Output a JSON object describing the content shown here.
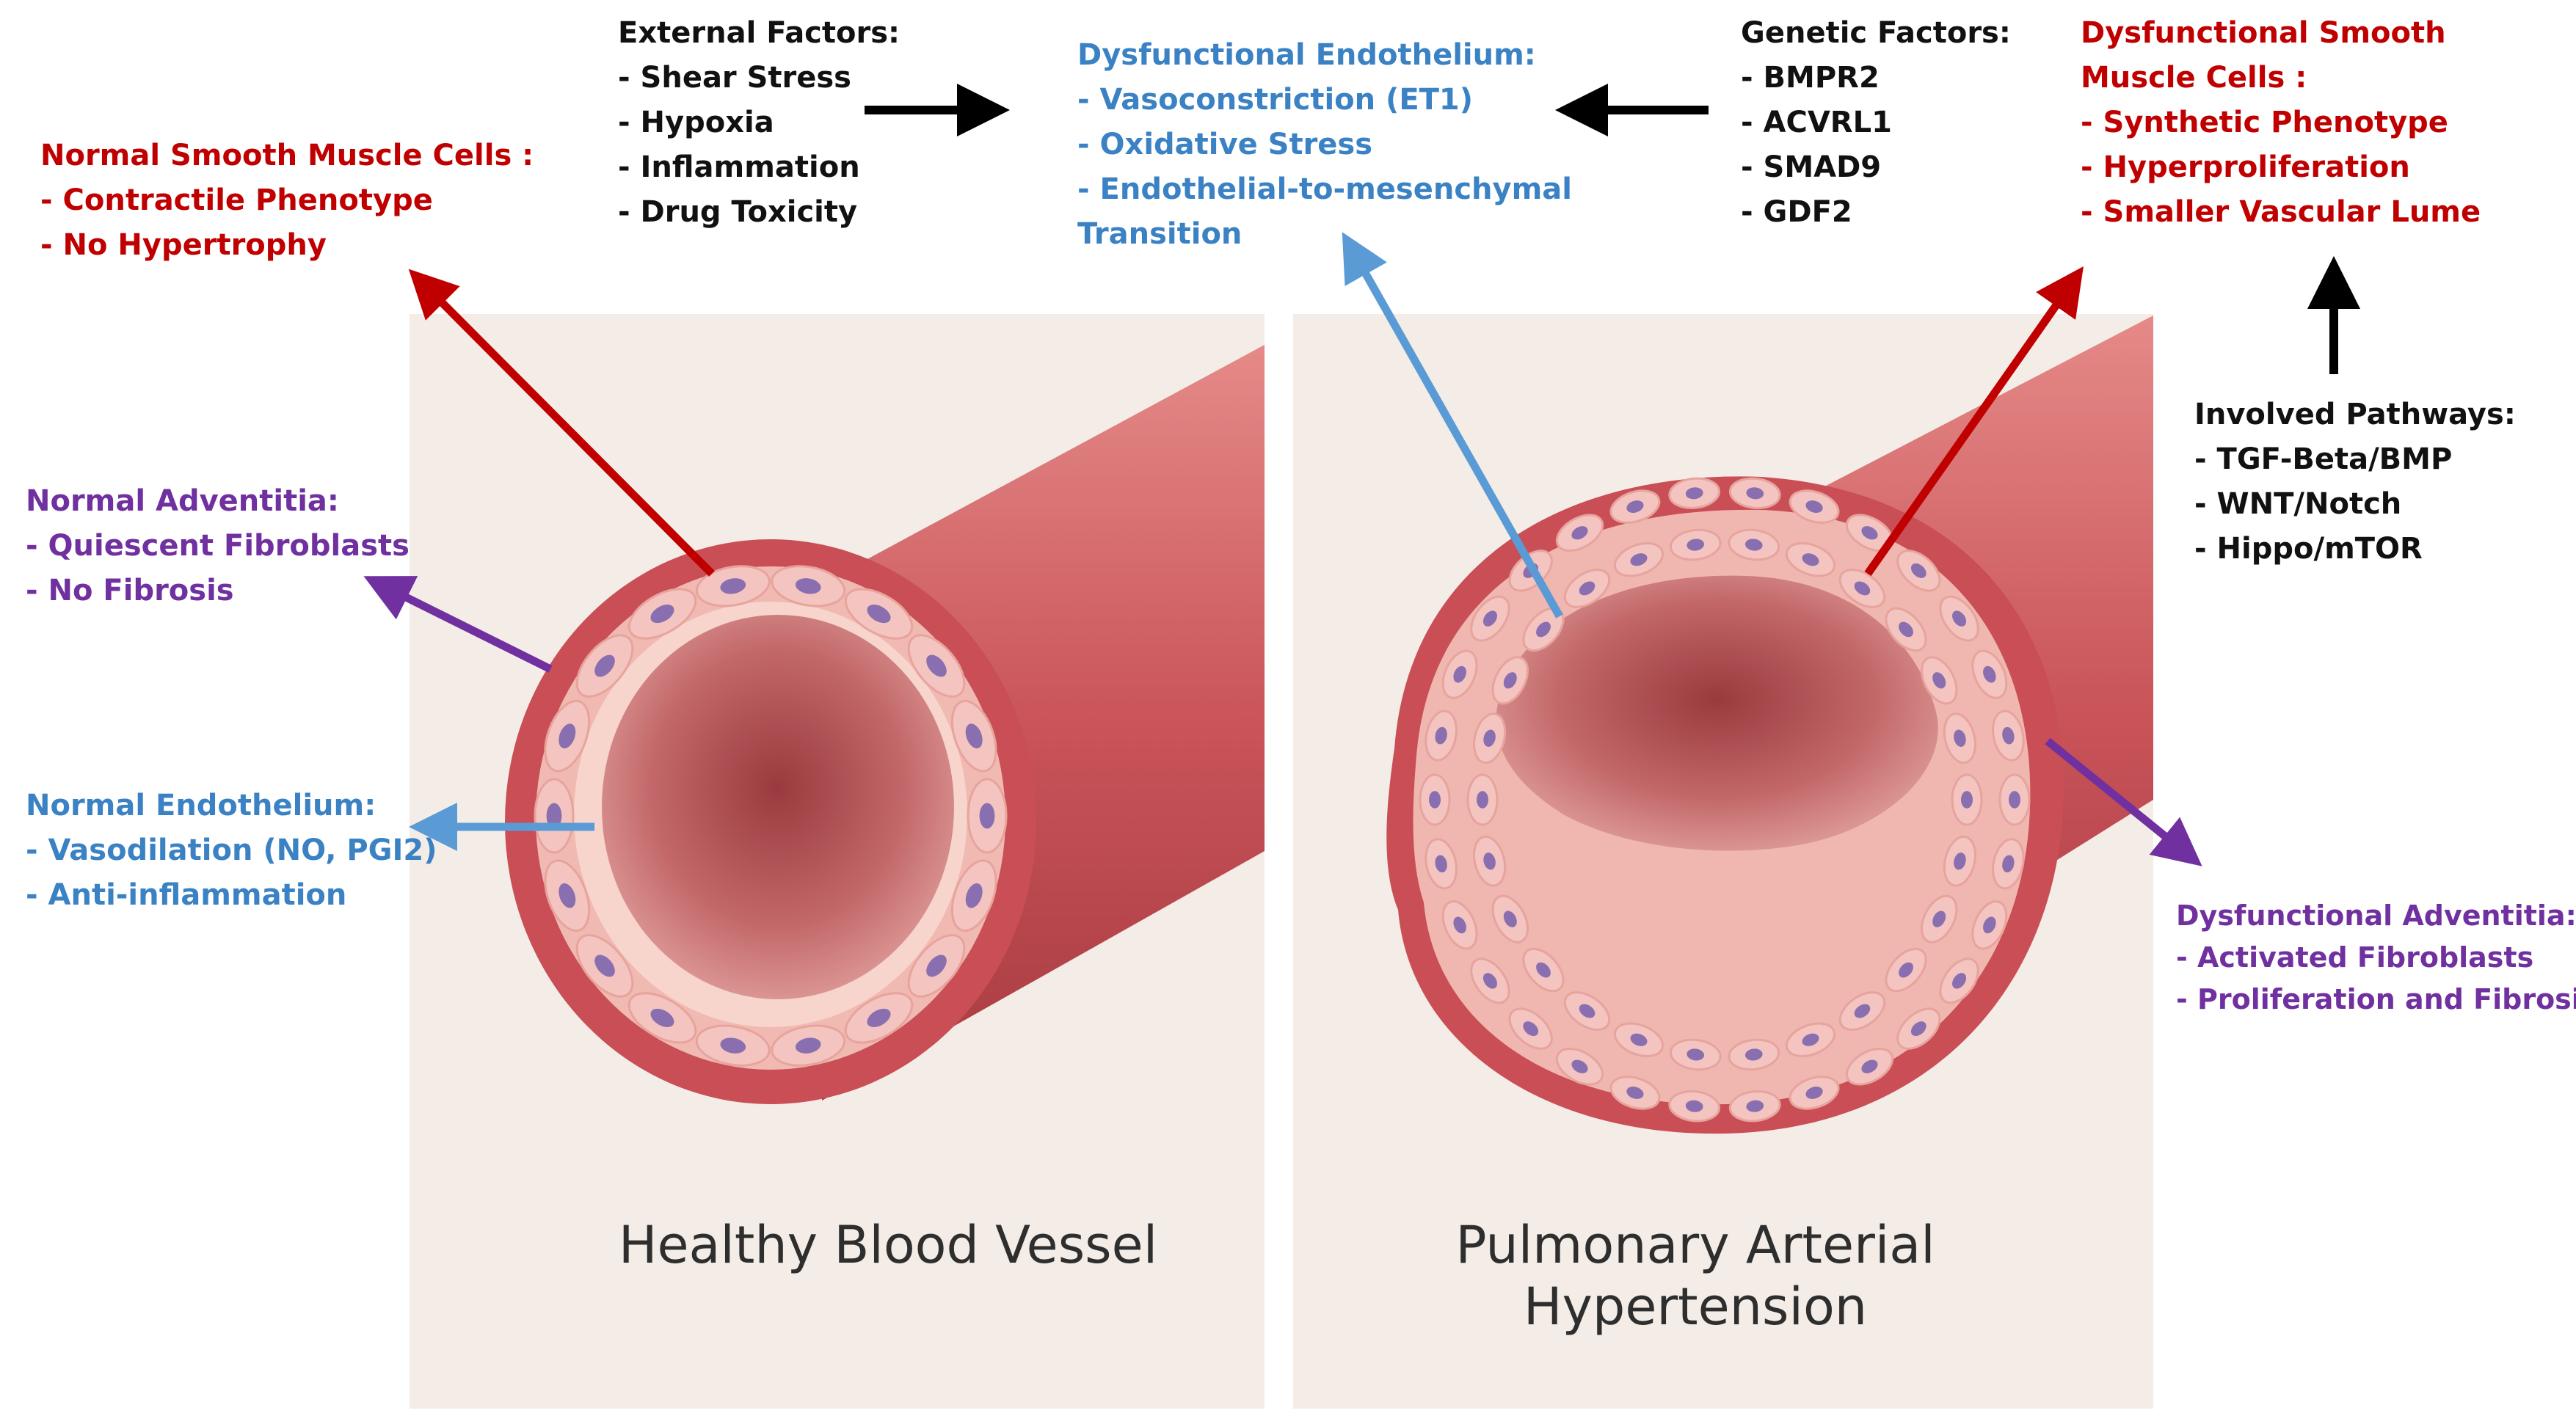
{
  "panels": {
    "healthy_title": "Healthy Blood Vessel",
    "pah_title_line1": "Pulmonary Arterial",
    "pah_title_line2": "Hypertension"
  },
  "labels": {
    "normal_smc": {
      "title": "Normal Smooth Muscle Cells :",
      "items": [
        "- Contractile Phenotype",
        "- No Hypertrophy"
      ]
    },
    "normal_adventitia": {
      "title": "Normal Adventitia:",
      "items": [
        "- Quiescent Fibroblasts",
        "- No Fibrosis"
      ]
    },
    "normal_endothelium": {
      "title": "Normal Endothelium:",
      "items": [
        "- Vasodilation (NO, PGI2)",
        "- Anti-inflammation"
      ]
    },
    "external_factors": {
      "title": "External Factors:",
      "items": [
        "- Shear Stress",
        "- Hypoxia",
        "- Inflammation",
        "- Drug Toxicity"
      ]
    },
    "dysfunctional_endothelium": {
      "title": "Dysfunctional Endothelium:",
      "items": [
        "- Vasoconstriction (ET1)",
        "- Oxidative Stress",
        "- Endothelial-to-mesenchymal",
        "Transition"
      ]
    },
    "genetic_factors": {
      "title": "Genetic Factors:",
      "items": [
        "- BMPR2",
        "- ACVRL1",
        "- SMAD9",
        "- GDF2"
      ]
    },
    "dysfunctional_smc": {
      "title_line1": "Dysfunctional Smooth",
      "title_line2": "Muscle Cells :",
      "items": [
        "- Synthetic  Phenotype",
        "- Hyperproliferation",
        "- Smaller Vascular Lume"
      ]
    },
    "involved_pathways": {
      "title": "Involved Pathways:",
      "items": [
        "- TGF-Beta/BMP",
        "- WNT/Notch",
        "- Hippo/mTOR"
      ]
    },
    "dysfunctional_adventitia": {
      "title": "Dysfunctional Adventitia:",
      "items": [
        "- Activated Fibroblasts",
        "- Proliferation and Fibrosis"
      ]
    }
  },
  "colors": {
    "smooth_muscle": "#c00000",
    "endothelium": "#3b82c4",
    "adventitia": "#7030a0",
    "factors": "#111111",
    "vessel_wall": "#c9545a",
    "endothelial_cell": "#f4c4c0",
    "nucleus": "#8a6fb0"
  }
}
